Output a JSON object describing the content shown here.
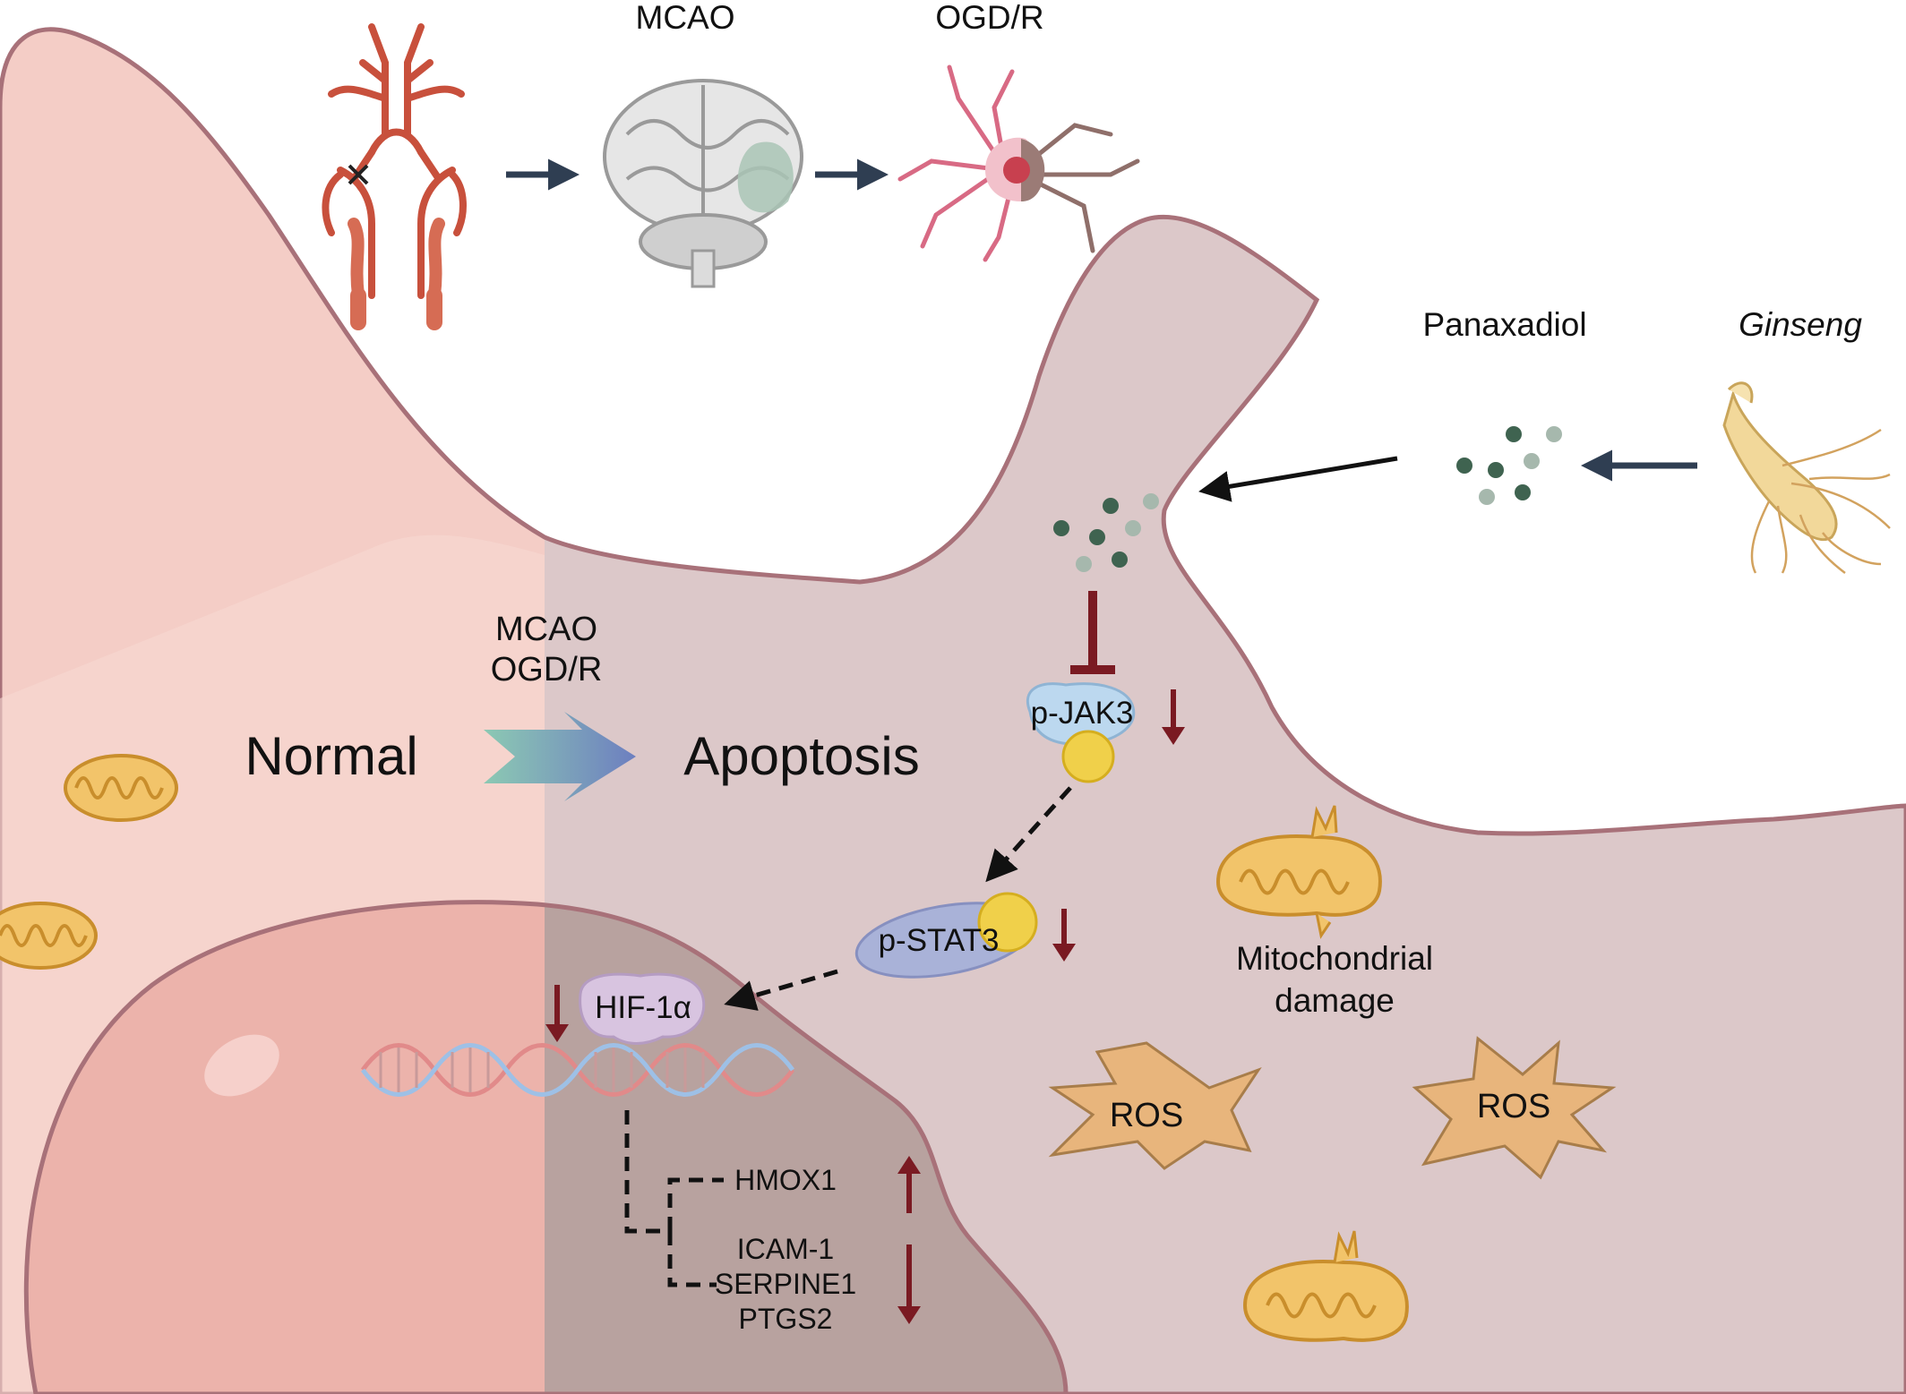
{
  "colors": {
    "cell_normal": "#f4cdc6",
    "cell_apoptosis": "#dcc8c9",
    "cell_border": "#a87179",
    "nucleus_normal": "#ecb3ab",
    "nucleus_apoptosis": "#b8a29f",
    "inhibit": "#7a1a22",
    "down_arrow": "#7a1a22",
    "ros_fill": "#e8b57c",
    "mito_fill": "#f2c46a",
    "dots_dark": "#3f6350",
    "dots_light": "#a6b8ad",
    "jak3": "#bcd8ef",
    "stat3": "#a9b2d8",
    "phospho": "#f0d04a",
    "hif": "#d8c4e0"
  },
  "top": {
    "mcao_label": "MCAO",
    "ogdr_label": "OGD/R",
    "panaxadiol_label": "Panaxadiol",
    "ginseng_label": "Ginseng"
  },
  "cell": {
    "condition_line1": "MCAO",
    "condition_line2": "OGD/R",
    "normal_label": "Normal",
    "apoptosis_label": "Apoptosis"
  },
  "pathway": {
    "jak3": "p-JAK3",
    "stat3": "p-STAT3",
    "hif": "HIF-1α"
  },
  "genes": {
    "up": [
      "HMOX1"
    ],
    "down": [
      "ICAM-1",
      "SERPINE1",
      "PTGS2"
    ]
  },
  "damage": {
    "mito_line1": "Mitochondrial",
    "mito_line2": "damage",
    "ros": [
      "ROS",
      "ROS"
    ]
  },
  "icons": [
    "cerebral-artery-icon",
    "brain-icon",
    "neuron-icon",
    "ginseng-root-icon",
    "mitochondrion-icon",
    "dna-helix-icon",
    "ros-burst-icon"
  ]
}
